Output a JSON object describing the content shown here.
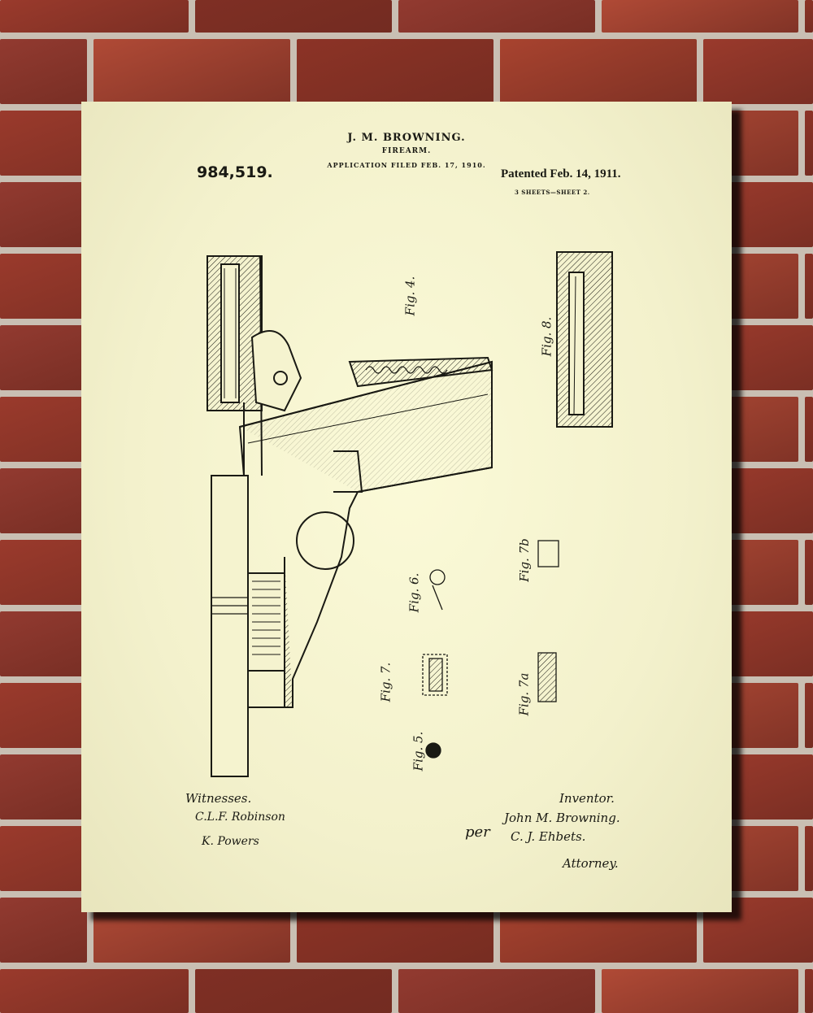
{
  "patent": {
    "inventor_header": "J. M. BROWNING.",
    "title": "FIREARM.",
    "application": "APPLICATION FILED FEB. 17, 1910.",
    "number": "984,519.",
    "patented": "Patented Feb. 14, 1911.",
    "sheets": "3 SHEETS—SHEET 2."
  },
  "figures": [
    "Fig. 4.",
    "Fig. 8.",
    "Fig. 6.",
    "Fig. 7.",
    "Fig. 5.",
    "Fig. 7b",
    "Fig. 7a"
  ],
  "signatures": {
    "witnesses_label": "Witnesses.",
    "witness_1": "C.L.F. Robinson",
    "witness_2": "K. Powers",
    "inventor_label": "Inventor.",
    "inventor_name": "John M. Browning.",
    "per": "per",
    "attorney_name": "C. J. Ehbets.",
    "attorney_label": "Attorney."
  },
  "colors": {
    "paper": "#f5f3cf",
    "ink": "#1a1a14",
    "brick": "#9a3a2c",
    "mortar": "#c9bfb3"
  }
}
